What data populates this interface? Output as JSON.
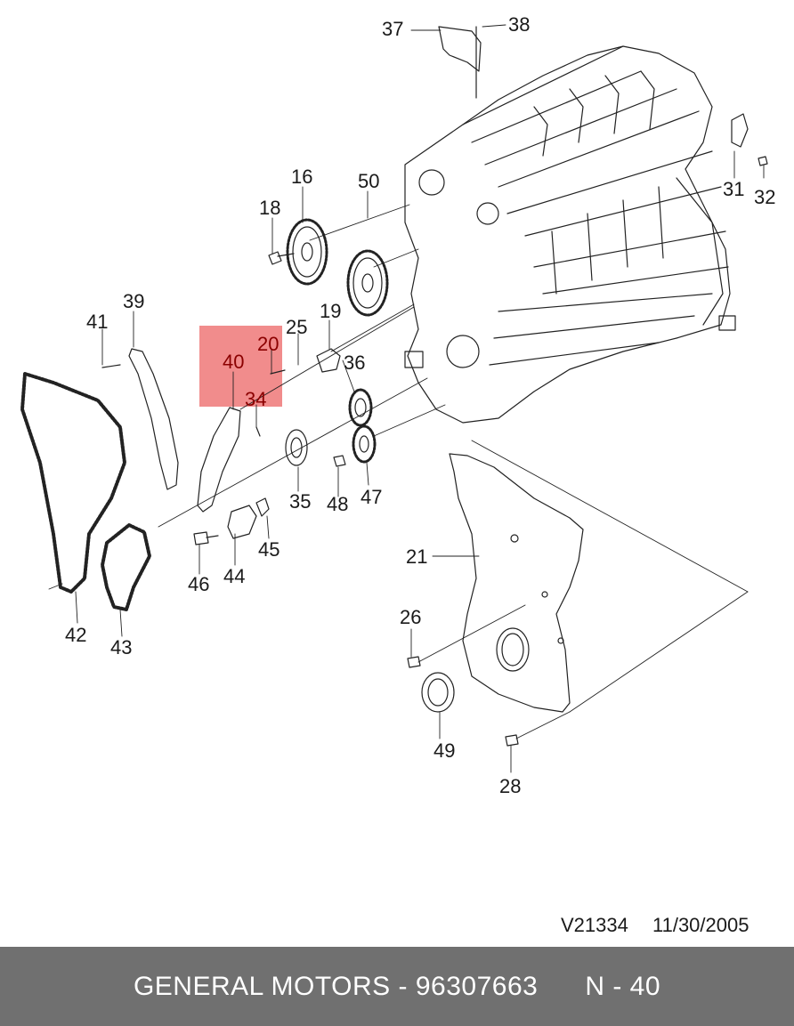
{
  "callouts": [
    {
      "id": "37",
      "label": "37"
    },
    {
      "id": "38",
      "label": "38"
    },
    {
      "id": "16",
      "label": "16"
    },
    {
      "id": "50",
      "label": "50"
    },
    {
      "id": "18",
      "label": "18"
    },
    {
      "id": "39",
      "label": "39"
    },
    {
      "id": "41",
      "label": "41"
    },
    {
      "id": "25",
      "label": "25"
    },
    {
      "id": "19",
      "label": "19"
    },
    {
      "id": "20",
      "label": "20"
    },
    {
      "id": "40",
      "label": "40"
    },
    {
      "id": "36",
      "label": "36"
    },
    {
      "id": "34",
      "label": "34"
    },
    {
      "id": "31",
      "label": "31"
    },
    {
      "id": "32",
      "label": "32"
    },
    {
      "id": "35",
      "label": "35"
    },
    {
      "id": "48",
      "label": "48"
    },
    {
      "id": "47",
      "label": "47"
    },
    {
      "id": "45",
      "label": "45"
    },
    {
      "id": "46",
      "label": "46"
    },
    {
      "id": "44",
      "label": "44"
    },
    {
      "id": "21",
      "label": "21"
    },
    {
      "id": "42",
      "label": "42"
    },
    {
      "id": "43",
      "label": "43"
    },
    {
      "id": "26",
      "label": "26"
    },
    {
      "id": "49",
      "label": "49"
    },
    {
      "id": "28",
      "label": "28"
    }
  ],
  "highlighted_part": "40",
  "reference": {
    "code": "V21334",
    "date": "11/30/2005"
  },
  "footer": {
    "brand": "GENERAL MOTORS",
    "separator": " - ",
    "part_number": "96307663",
    "page": "N - 40"
  },
  "colors": {
    "highlight": "#f08080",
    "footer_bg": "#707070",
    "footer_text": "#ffffff"
  }
}
